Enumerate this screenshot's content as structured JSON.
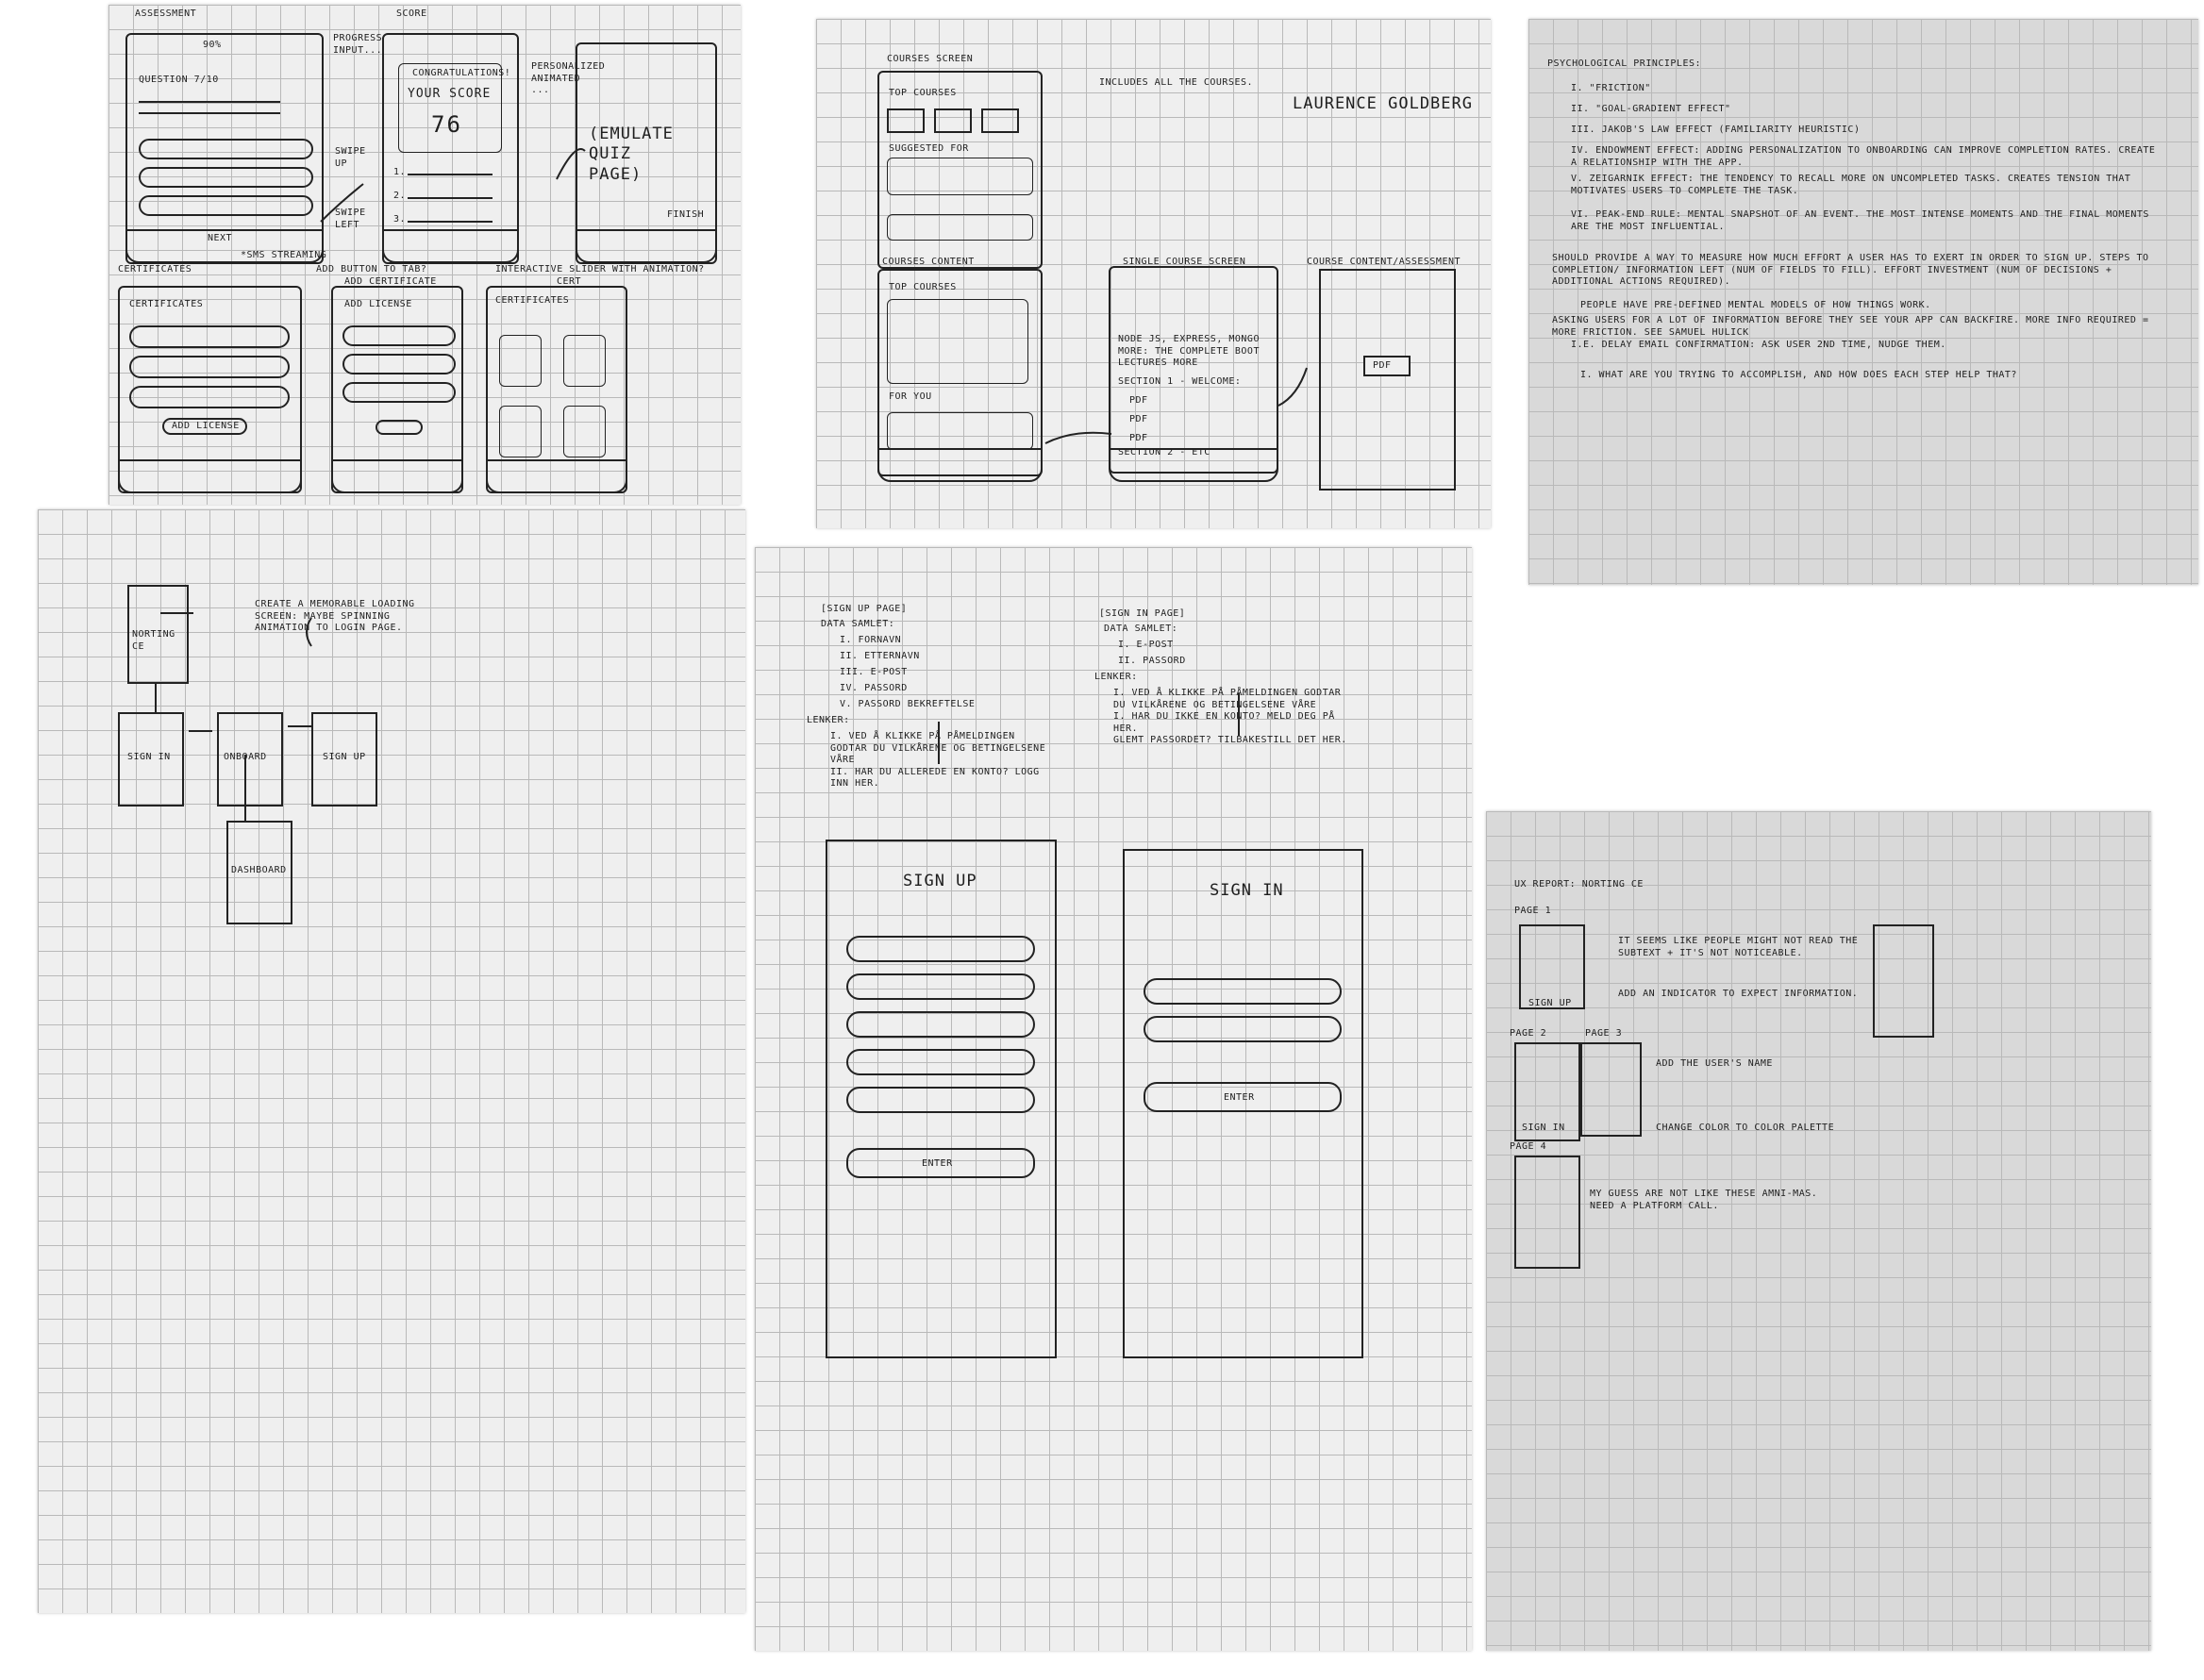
{
  "sheet1": {
    "header": "ASSESSMENT",
    "progress": "90%",
    "question": "QUESTION 7/10",
    "next": "NEXT",
    "swipe_up": "SWIPE UP",
    "swipe_left": "SWIPE LEFT",
    "notes_1": "PROGRESS INPUT...",
    "score_title": "SCORE",
    "congrats": "CONGRATULATIONS!",
    "your_score": "YOUR SCORE",
    "score_value": "76",
    "answer_1": "1.",
    "answer_2": "2.",
    "answer_3": "3.",
    "notes_2": "PERSONALIZED ANIMATED ...",
    "emulate": "(EMULATE QUIZ\nPAGE)",
    "finish": "FINISH",
    "sms_streaming": "*SMS STREAMING",
    "interactive_slider": "INTERACTIVE SLIDER WITH ANIMATION?",
    "certificates_title": "CERTIFICATES",
    "add_button_note": "ADD BUTTON TO TAB?",
    "add_certificate": "ADD CERTIFICATE",
    "cert_label": "CERT",
    "certificates_screen": "CERTIFICATES",
    "add_license": "ADD LICENSE",
    "add_licens_screen": "ADD LICENSE"
  },
  "sheet2": {
    "courses_screen": "COURSES SCREEN",
    "includes_note": "INCLUDES ALL THE COURSES.",
    "author": "LAURENCE GOLDBERG",
    "top_courses": "TOP COURSES",
    "suggested_for": "SUGGESTED FOR",
    "courses_content": "COURSES CONTENT",
    "top_courses_2": "TOP COURSES",
    "for_you": "FOR YOU",
    "single_course": "SINGLE COURSE SCREEN",
    "course_desc": "NODE JS, EXPRESS, MONGO\nMORE: THE COMPLETE BOOT\nLECTURES MORE",
    "section_1": "SECTION 1 - WELCOME:",
    "pdf_1": "PDF",
    "pdf_2": "PDF",
    "pdf_3": "PDF",
    "section_2": "SECTION 2 - ETC",
    "course_content_title": "COURSE CONTENT/ASSESSMENT",
    "pdf_big": "PDF"
  },
  "sheet3": {
    "title": "PSYCHOLOGICAL PRINCIPLES:",
    "items": [
      "I. \"FRICTION\"",
      "II. \"GOAL-GRADIENT EFFECT\"",
      "III. JAKOB'S LAW EFFECT (FAMILIARITY HEURISTIC)",
      "IV. ENDOWMENT EFFECT: ADDING PERSONALIZATION TO ONBOARDING CAN IMPROVE COMPLETION RATES. CREATE A RELATIONSHIP WITH THE APP.",
      "V. ZEIGARNIK EFFECT: THE TENDENCY TO RECALL MORE ON UNCOMPLETED TASKS. CREATES TENSION THAT MOTIVATES USERS TO COMPLETE THE TASK.",
      "VI. PEAK-END RULE: MENTAL SNAPSHOT OF AN EVENT. THE MOST INTENSE MOMENTS AND THE FINAL MOMENTS ARE THE MOST INFLUENTIAL."
    ],
    "bullet_1": "SHOULD PROVIDE A WAY TO MEASURE HOW MUCH EFFORT A USER HAS TO EXERT IN ORDER TO SIGN UP. STEPS TO COMPLETION/ INFORMATION LEFT (NUM OF FIELDS TO FILL). EFFORT INVESTMENT (NUM OF DECISIONS + ADDITIONAL ACTIONS REQUIRED).",
    "arrow_note": "PEOPLE HAVE PRE-DEFINED MENTAL MODELS OF HOW THINGS WORK.",
    "bullet_2": "ASKING USERS FOR A LOT OF INFORMATION BEFORE THEY SEE YOUR APP CAN BACKFIRE. MORE INFO REQUIRED = MORE FRICTION. SEE SAMUEL HULICK",
    "bullet_2b": "I.E. DELAY EMAIL CONFIRMATION: ASK USER 2ND TIME, NUDGE THEM.",
    "question": "I. WHAT ARE YOU TRYING TO ACCOMPLISH, AND HOW DOES EACH STEP HELP THAT?"
  },
  "sheet4": {
    "splash": "NORTING CE",
    "splash_note": "CREATE A MEMORABLE LOADING SCREEN: MAYBE SPINNING ANIMATION TO LOGIN PAGE.",
    "sign_in": "SIGN IN",
    "onboard": "ONBOARD",
    "sign_up": "SIGN UP",
    "dashboard": "DASHBOARD"
  },
  "sheet5": {
    "signup_title": "[SIGN UP PAGE]",
    "data_label": "DATA SAMLET:",
    "signup_fields": [
      "I. FORNAVN",
      "II. ETTERNAVN",
      "III. E-POST",
      "IV. PASSORD",
      "V. PASSORD BEKREFTELSE"
    ],
    "lenker": "LENKER:",
    "signup_links": "I. VED Å KLIKKE PÅ PÅMELDINGEN\nGODTAR DU VILKÅRENE OG BETINGELSENE\nVÅRE\nII. HAR DU ALLEREDE EN KONTO? LOGG\nINN HER.",
    "signin_title": "[SIGN IN PAGE]",
    "data_label_2": "DATA SAMLET:",
    "signin_fields": [
      "I. E-POST",
      "II. PASSORD"
    ],
    "lenker_2": "LENKER:",
    "signin_links": "I. VED Å KLIKKE PÅ PÅMELDINGEN GODTAR\nDU VILKÅRENE OG BETINGELSENE VÅRE\nI. HAR DU IKKE EN KONTO? MELD DEG PÅ\nHER.\nGLEMT PASSORDET? TILBAKESTILL DET HER.",
    "signup_heading": "SIGN UP",
    "signin_heading": "SIGN IN",
    "enter_1": "ENTER",
    "enter_2": "ENTER"
  },
  "sheet6": {
    "title": "UX REPORT: NORTING CE",
    "page1": "PAGE 1",
    "note1": "IT SEEMS LIKE PEOPLE MIGHT NOT READ THE SUBTEXT + IT'S NOT NOTICEABLE.",
    "note2": "ADD AN INDICATOR TO EXPECT INFORMATION.",
    "sign_up": "SIGN UP",
    "page2": "PAGE 2",
    "page3": "PAGE 3",
    "note3": "ADD THE USER'S NAME",
    "note4": "CHANGE COLOR TO COLOR PALETTE",
    "sign_in": "SIGN IN",
    "page4": "PAGE 4",
    "note5": "MY GUESS ARE NOT LIKE THESE AMNI-MAS. NEED A PLATFORM CALL."
  }
}
